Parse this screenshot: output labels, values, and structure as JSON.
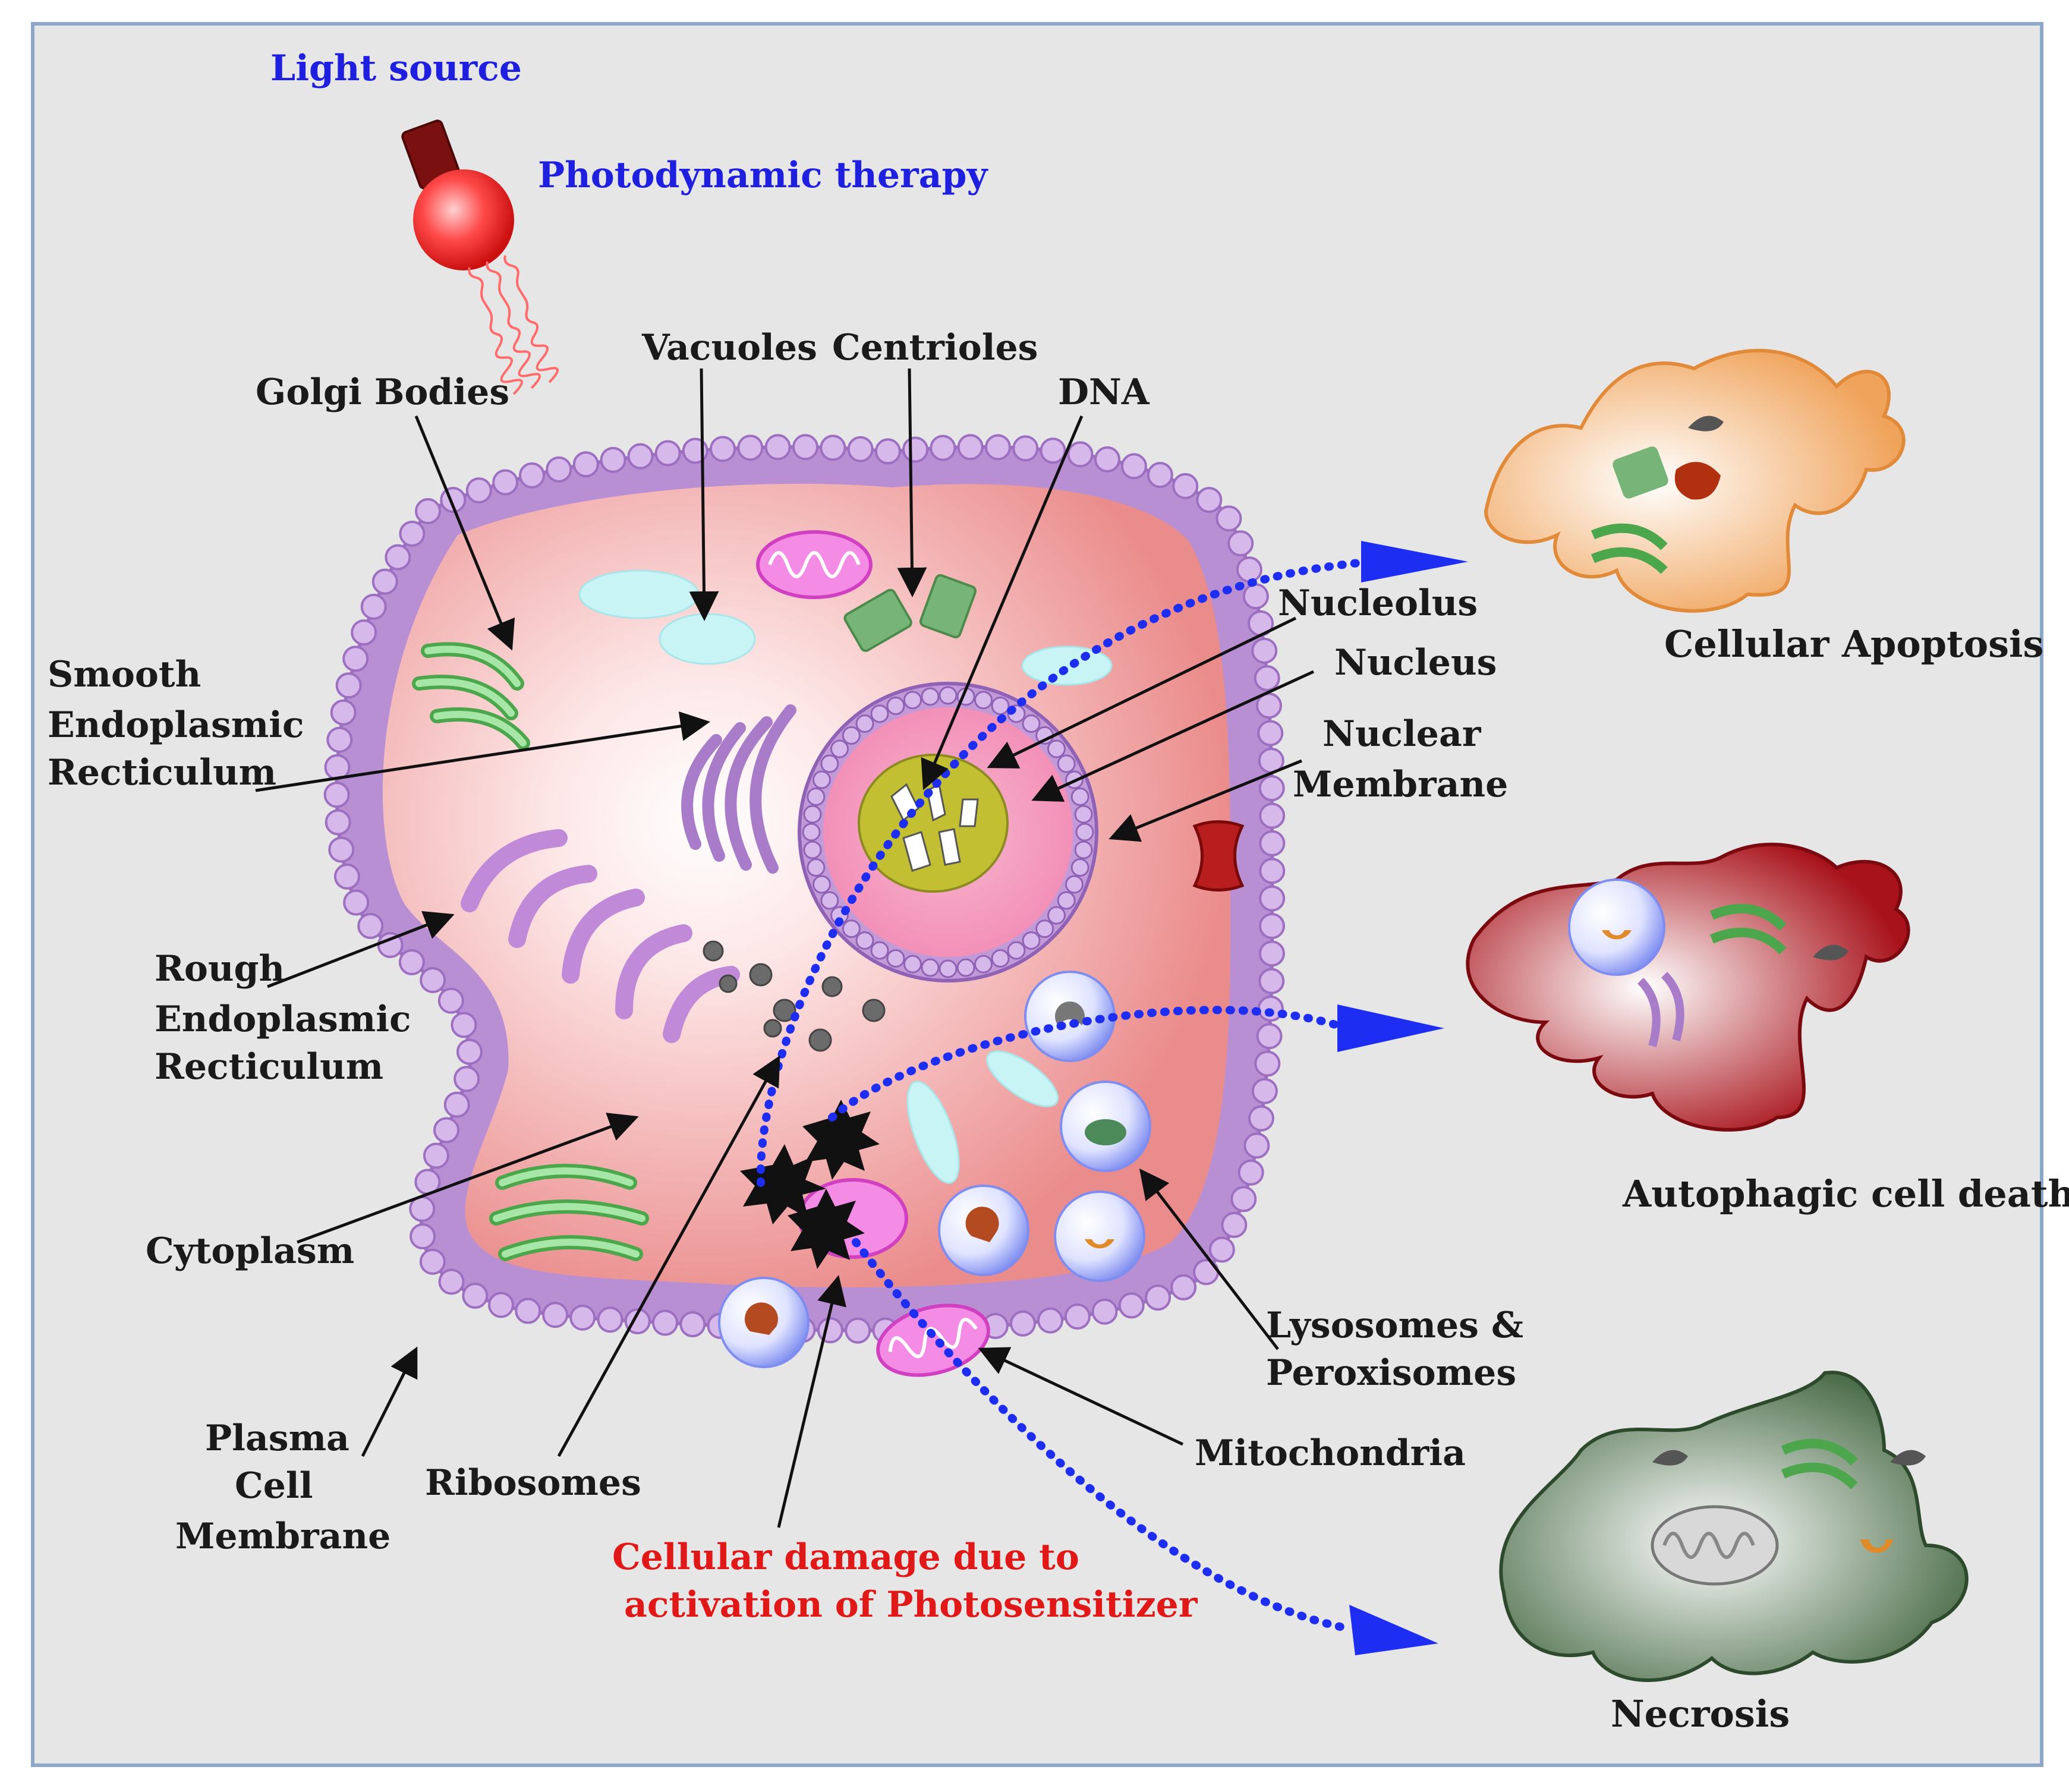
{
  "labels": {
    "light_source": "Light source",
    "photodynamic_therapy": "Photodynamic therapy",
    "vacuoles": "Vacuoles",
    "centrioles": "Centrioles",
    "golgi_bodies": "Golgi Bodies",
    "dna": "DNA",
    "nucleolus": "Nucleolus",
    "nucleus": "Nucleus",
    "nuclear_membrane": [
      "Nuclear",
      "Membrane"
    ],
    "smooth_er": [
      "Smooth",
      "Endoplasmic",
      "Recticulum"
    ],
    "rough_er": [
      "Rough",
      "Endoplasmic",
      "Recticulum"
    ],
    "cytoplasm": "Cytoplasm",
    "plasma_membrane": [
      "Plasma",
      "Cell",
      "Membrane"
    ],
    "ribosomes": "Ribosomes",
    "lysosomes": [
      "Lysosomes &",
      "Peroxisomes"
    ],
    "mitochondria": "Mitochondria",
    "cellular_damage": [
      "Cellular damage due to",
      "activation of Photosensitizer"
    ]
  },
  "outcomes": {
    "apoptosis": "Cellular Apoptosis",
    "autophagic": "Autophagic cell death",
    "necrosis": "Necrosis"
  },
  "colors": {
    "background": "#e6e6e6",
    "frame": "#8ea6c8",
    "membrane": "#b98fd4",
    "cytoplasm": "#ee9696",
    "nucleolus": "#c2c032",
    "damage_path": "#1d2df2",
    "apoptosis_cell": "#f0a35a",
    "autophagic_cell": "#a8121a",
    "necrosis_cell": "#4c6e4a"
  },
  "icons": [
    "light-bulb-icon",
    "light-ray-icon",
    "damage-burst-icon",
    "arrow-head-icon"
  ]
}
